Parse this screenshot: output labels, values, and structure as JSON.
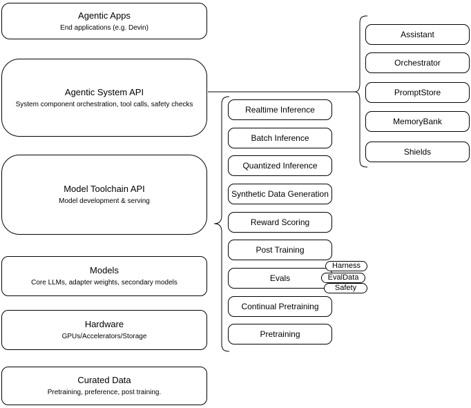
{
  "diagram": {
    "left_stack": [
      {
        "title": "Agentic Apps",
        "subtitle": "End applications (e.g. Devin)"
      },
      {
        "title": "Agentic System API",
        "subtitle": "System component orchestration, tool calls, safety checks"
      },
      {
        "title": "Model Toolchain API",
        "subtitle": "Model development & serving"
      },
      {
        "title": "Models",
        "subtitle": "Core LLMs, adapter weights, secondary models"
      },
      {
        "title": "Hardware",
        "subtitle": "GPUs/Accelerators/Storage"
      },
      {
        "title": "Curated Data",
        "subtitle": "Pretraining, preference, post training."
      }
    ],
    "toolchain_services": [
      "Realtime Inference",
      "Batch Inference",
      "Quantized Inference",
      "Synthetic Data Generation",
      "Reward Scoring",
      "Post Training",
      "Evals",
      "Continual Pretraining",
      "Pretraining"
    ],
    "evals_tags": [
      "Harness",
      "EvalData",
      "Safety"
    ],
    "system_components": [
      "Assistant",
      "Orchestrator",
      "PromptStore",
      "MemoryBank",
      "Shields"
    ],
    "colors": {
      "stroke": "#000000",
      "node_fill": "#ffffff",
      "background": "#ffffff"
    }
  }
}
